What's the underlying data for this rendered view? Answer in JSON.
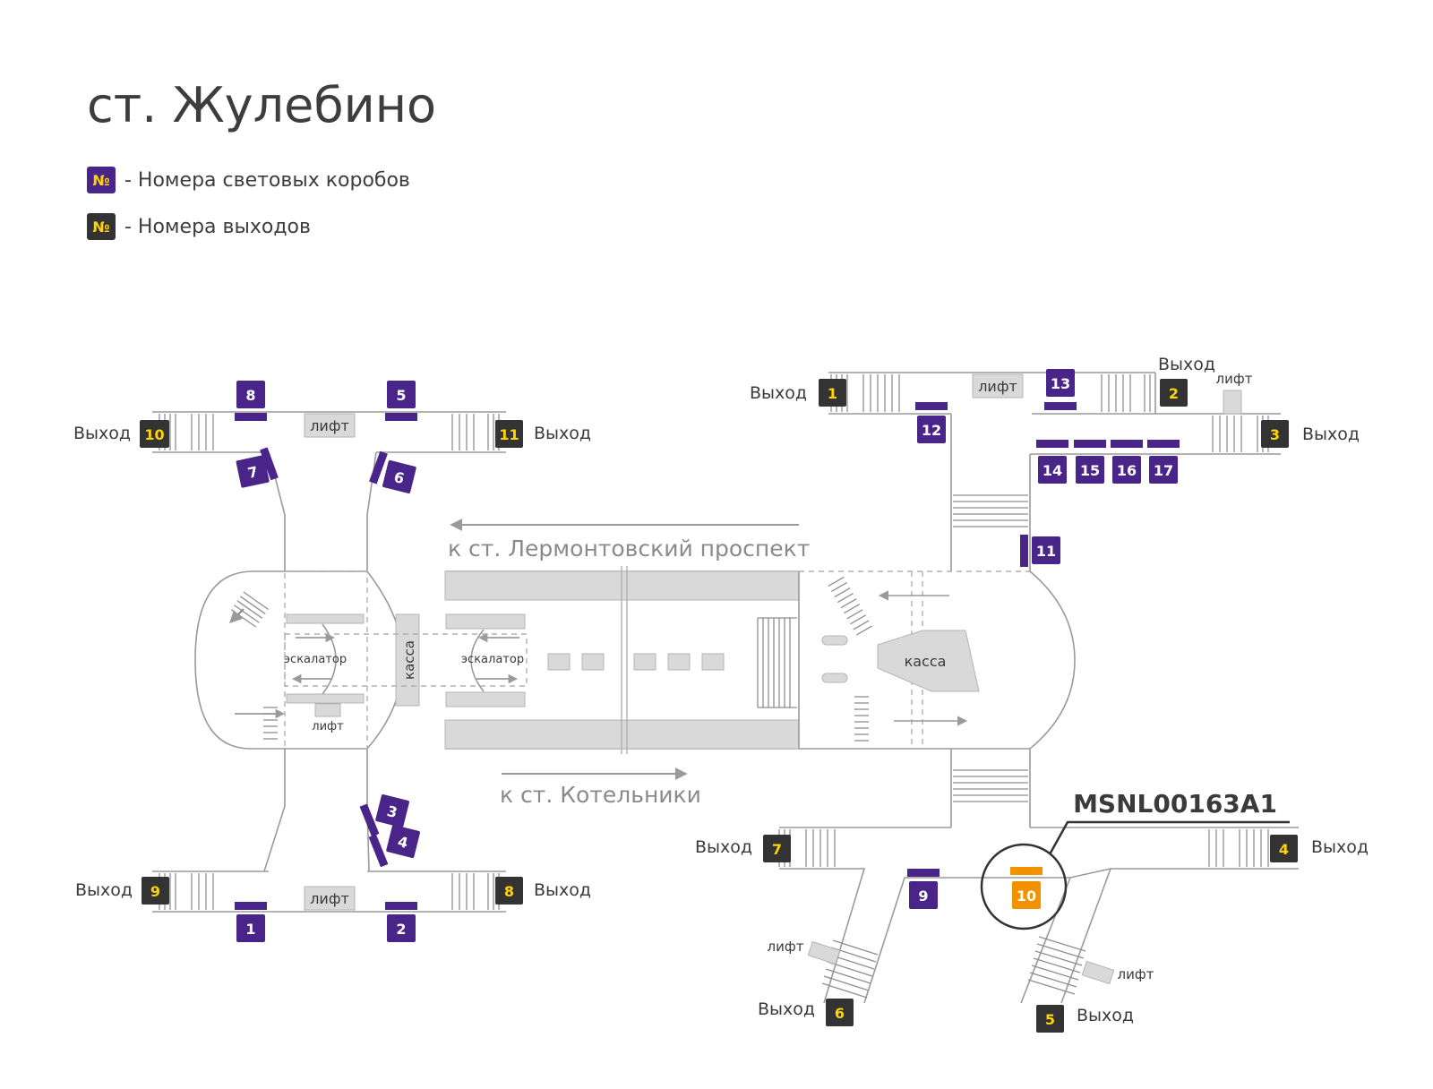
{
  "title": "ст. Жулебино",
  "legend": {
    "light_box_symbol": "№",
    "light_box_text": "- Номера световых коробов",
    "exit_symbol": "№",
    "exit_text": "- Номера выходов"
  },
  "colors": {
    "light_box": "#4a2589",
    "exit": "#333333",
    "exit_number": "#ffd400",
    "highlight": "#f39200",
    "wall": "#9a9a9a",
    "block": "#d9d9d9"
  },
  "labels": {
    "exit_word": "Выход",
    "lift": "лифт",
    "escalator": "эскалатор",
    "kassa": "касса",
    "direction_west": "к ст. Лермонтовский проспект",
    "direction_east": "к ст. Котельники",
    "highlight_code": "MSNL00163A1"
  },
  "exits": [
    {
      "number": "10"
    },
    {
      "number": "11"
    },
    {
      "number": "9"
    },
    {
      "number": "8"
    },
    {
      "number": "1"
    },
    {
      "number": "2"
    },
    {
      "number": "3"
    },
    {
      "number": "7"
    },
    {
      "number": "4"
    },
    {
      "number": "6"
    },
    {
      "number": "5"
    }
  ],
  "light_boxes": [
    {
      "number": "8"
    },
    {
      "number": "5"
    },
    {
      "number": "7"
    },
    {
      "number": "6"
    },
    {
      "number": "3"
    },
    {
      "number": "4"
    },
    {
      "number": "1"
    },
    {
      "number": "2"
    },
    {
      "number": "13"
    },
    {
      "number": "12"
    },
    {
      "number": "14"
    },
    {
      "number": "15"
    },
    {
      "number": "16"
    },
    {
      "number": "17"
    },
    {
      "number": "11"
    },
    {
      "number": "9"
    },
    {
      "number": "10",
      "highlighted": true
    }
  ]
}
